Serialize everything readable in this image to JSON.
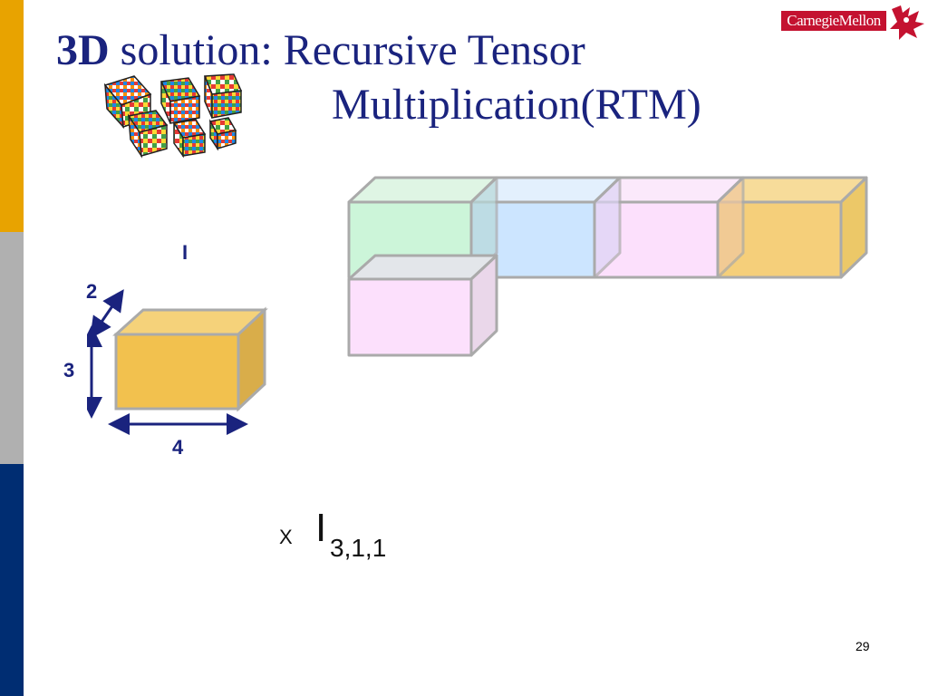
{
  "sidebar": {
    "colors": [
      "#e8a300",
      "#b0b0b0",
      "#002d72"
    ]
  },
  "title": {
    "bold_part": "3D",
    "rest_line1": " solution: Recursive Tensor",
    "line2": "Multiplication(RTM)"
  },
  "logo": {
    "text": "CarnegieMellon",
    "bg_color": "#c41230"
  },
  "cube_icon": "rubiks-cubes-image",
  "dimensions": {
    "top_label": "I",
    "depth": "2",
    "height": "3",
    "width": "4"
  },
  "formula": {
    "operator": "X",
    "symbol": "I",
    "subscript": "3,1,1"
  },
  "page_number": "29",
  "colors": {
    "title": "#1a237e",
    "block_orange": "#f2c14e",
    "cell_green": "#ccf5d9",
    "cell_blue": "#cce5ff",
    "cell_pink": "#fce0fc",
    "cell_orange": "#f5cf7a",
    "arrow": "#1a237e"
  }
}
